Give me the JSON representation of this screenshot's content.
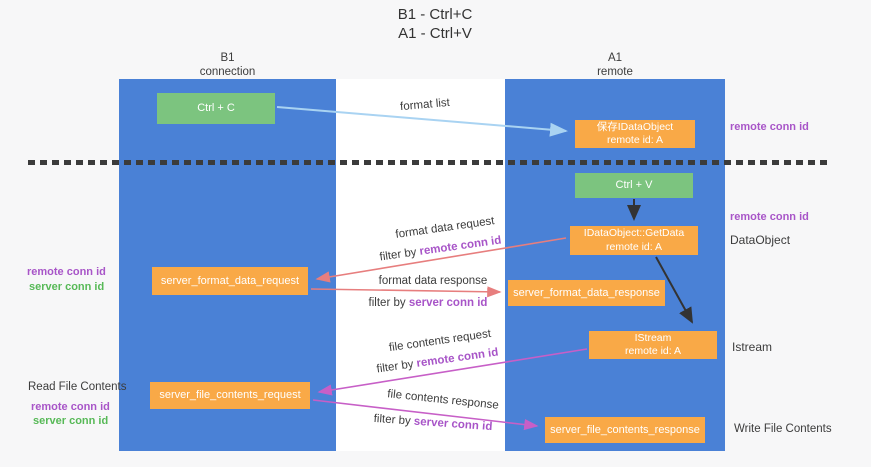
{
  "title": {
    "line1": "B1 - Ctrl+C",
    "line2": "A1 - Ctrl+V"
  },
  "lanes": {
    "b1": {
      "title": "B1",
      "subtitle": "connection"
    },
    "a1": {
      "title": "A1",
      "subtitle": "remote"
    }
  },
  "nodes": {
    "ctrl_c": {
      "label": "Ctrl + C"
    },
    "saved_idataobject": {
      "line1": "保存IDataObject",
      "line2": "remote id: A"
    },
    "ctrl_v": {
      "label": "Ctrl + V"
    },
    "getdata": {
      "line1": "IDataObject::GetData",
      "line2": "remote id: A"
    },
    "server_format_data_request": {
      "label": "server_format_data_request"
    },
    "server_format_data_response": {
      "label": "server_format_data_response"
    },
    "istream": {
      "line1": "IStream",
      "line2": "remote id: A"
    },
    "server_file_contents_request": {
      "label": "server_file_contents_request"
    },
    "server_file_contents_response": {
      "label": "server_file_contents_response"
    }
  },
  "edges": {
    "format_list": {
      "label": "format list"
    },
    "format_data_request": {
      "label": "format data request",
      "filter_prefix": "filter by ",
      "filter_key": "remote conn id"
    },
    "format_data_response": {
      "label": "format data response",
      "filter_prefix": "filter by ",
      "filter_key": "server conn id"
    },
    "file_contents_request": {
      "label": "file contents request",
      "filter_prefix": "filter by ",
      "filter_key": "remote conn id"
    },
    "file_contents_response": {
      "label": "file contents response",
      "filter_prefix": "filter by ",
      "filter_key": "server conn id"
    }
  },
  "side_labels": {
    "right_remote_conn_top": "remote conn id",
    "right_remote_conn_mid": "remote conn id",
    "dataobject": "DataObject",
    "istream": "Istream",
    "write_file_contents": "Write File Contents",
    "left_remote_conn_1": "remote conn id",
    "left_server_conn_1": "server conn id",
    "read_file_contents": "Read File Contents",
    "left_remote_conn_2": "remote conn id",
    "left_server_conn_2": "server conn id"
  },
  "colors": {
    "lane_blue": "#4A81D6",
    "box_orange": "#F9A947",
    "box_green": "#7CC47F",
    "arrow_light_blue": "#A9D3F2",
    "arrow_salmon": "#E77E7E",
    "arrow_magenta": "#C75FC7",
    "arrow_black": "#333333",
    "label_purple": "#A855C8",
    "label_green": "#57B957"
  }
}
